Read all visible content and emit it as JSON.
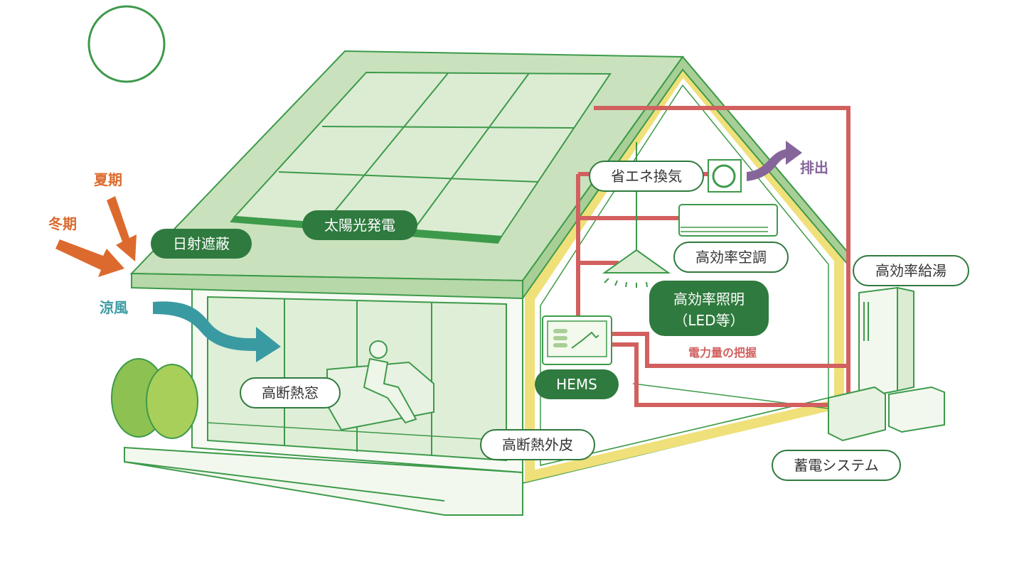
{
  "labels": {
    "shading": "日射遮蔽",
    "solar": "太陽光発電",
    "ventilation": "省エネ換気",
    "exhaust": "排出",
    "aircon": "高効率空調",
    "lighting_line1": "高効率照明",
    "lighting_line2": "（LED等）",
    "water_heater": "高効率給湯",
    "power_monitor": "電力量の把握",
    "hems": "HEMS",
    "window": "高断熱窓",
    "envelope": "高断熱外皮",
    "battery": "蓄電システム",
    "summer": "夏期",
    "winter": "冬期",
    "breeze": "涼風"
  },
  "colors": {
    "green_dark": "#2f7a3e",
    "green_line": "#3d9a4a",
    "green_fill": "#cfe5c4",
    "red_line": "#d2605f",
    "yellow": "#efe07a",
    "orange": "#dc6a2e",
    "teal": "#3a9aa2",
    "purple": "#86659a"
  }
}
